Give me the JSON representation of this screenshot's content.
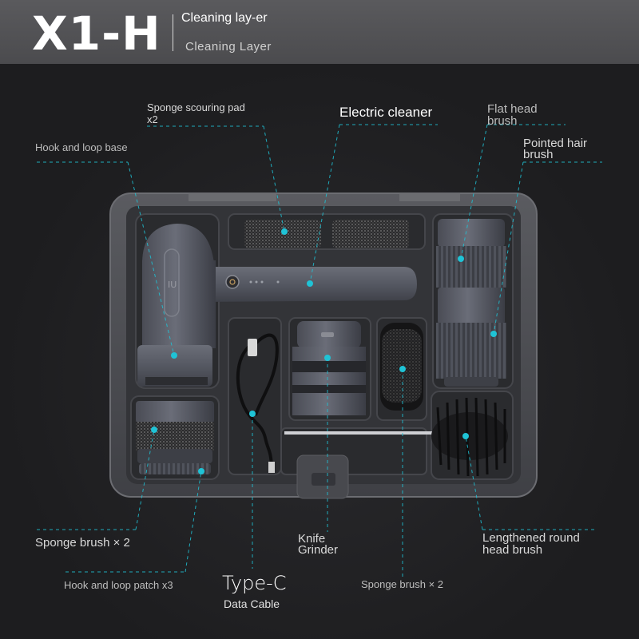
{
  "header": {
    "logo": "X1-H",
    "title": "Cleaning lay-er",
    "subtitle": "Cleaning Layer"
  },
  "labels": {
    "hook_loop_base": "Hook and loop base",
    "sponge_pad_1": "Sponge scouring pad",
    "sponge_pad_2": "x2",
    "electric_cleaner": "Electric cleaner",
    "flat_head_1": "Flat head",
    "flat_head_2": "brush",
    "pointed_hair_1": "Pointed hair",
    "pointed_hair_2": "brush",
    "sponge_brush_left": "Sponge brush × 2",
    "hook_loop_patch": "Hook and loop patch x3",
    "type_c": "Type-C",
    "data_cable": "Data Cable",
    "knife_1": "Knife",
    "knife_2": "Grinder",
    "sponge_brush_bottom": "Sponge brush × 2",
    "lengthened_1": "Lengthened round",
    "lengthened_2": "head brush"
  },
  "colors": {
    "accent": "#1fc3d6",
    "header_bg": "#505053",
    "case": "#4b4c51",
    "tray": "#3a3b3f"
  },
  "icons": [
    "power-icon",
    "brand-logo-icon"
  ]
}
